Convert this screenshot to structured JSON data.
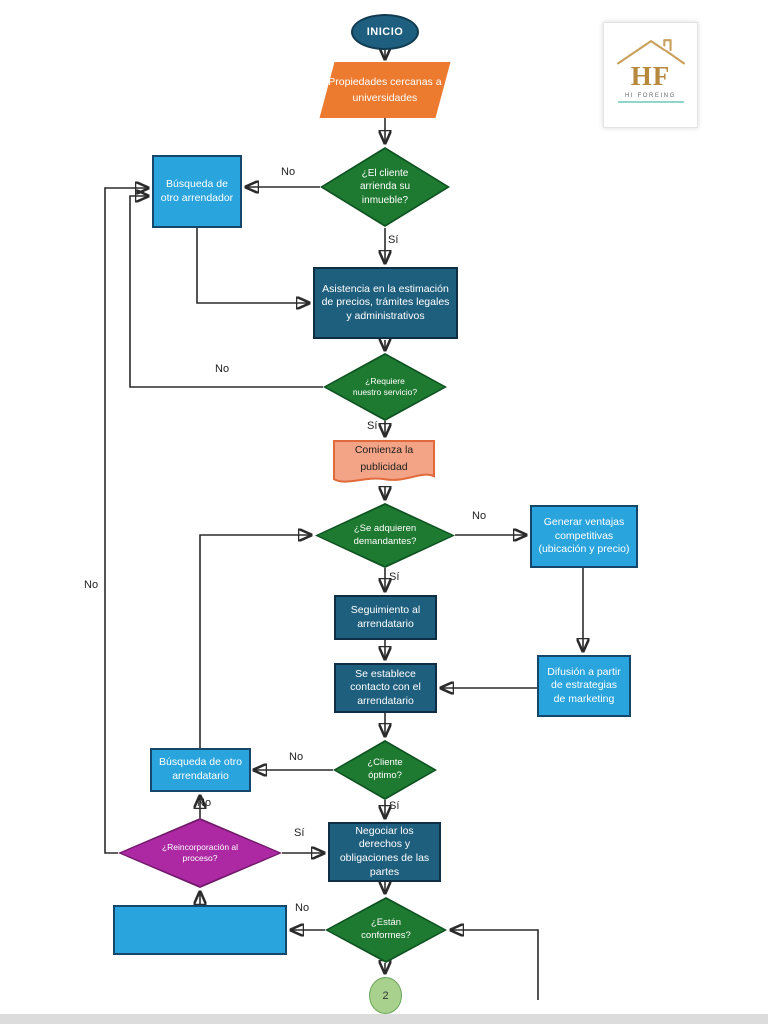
{
  "logo": {
    "initials": "HF",
    "name": "HI FOREING"
  },
  "nodes": {
    "inicio": {
      "type": "start",
      "label": "INICIO"
    },
    "propiedades": {
      "type": "data",
      "label": "Propiedades cercanas a universidades"
    },
    "cliente_arrienda": {
      "type": "decision",
      "label": "¿El cliente arrienda su inmueble?"
    },
    "busqueda_arrendador": {
      "type": "process",
      "label": "Búsqueda de otro arrendador"
    },
    "asistencia": {
      "type": "process",
      "label": "Asistencia en la estimación de precios, trámites legales y administrativos"
    },
    "requiere_servicio": {
      "type": "decision",
      "label": "¿Requiere nuestro servicio?"
    },
    "comienza_publicidad": {
      "type": "document",
      "label": "Comienza la publicidad"
    },
    "adquieren_demandantes": {
      "type": "decision",
      "label": "¿Se adquieren demandantes?"
    },
    "generar_ventajas": {
      "type": "process",
      "label": "Generar ventajas competitivas (ubicación y precio)"
    },
    "seguimiento": {
      "type": "process",
      "label": "Seguimiento al arrendatario"
    },
    "contacto": {
      "type": "process",
      "label": "Se establece contacto con el arrendatario"
    },
    "difusion": {
      "type": "process",
      "label": "Difusión a partir de estrategias de marketing"
    },
    "cliente_optimo": {
      "type": "decision",
      "label": "¿Cliente óptimo?"
    },
    "busqueda_arrendatario": {
      "type": "process",
      "label": "Búsqueda de otro arrendatario"
    },
    "reincorporacion": {
      "type": "decision",
      "label": "¿Reincorporación al proceso?"
    },
    "negociar": {
      "type": "process",
      "label": "Negociar los derechos y obligaciones de las partes"
    },
    "estan_conformes": {
      "type": "decision",
      "label": "¿Están conformes?"
    },
    "conector_2": {
      "type": "connector",
      "label": "2"
    }
  },
  "edge_labels": {
    "arrienda_no": "No",
    "arrienda_si": "Sí",
    "requiere_no": "No",
    "requiere_si": "Sí",
    "demandantes_no": "No",
    "demandantes_si": "Sí",
    "cliente_no": "No",
    "cliente_si": "Sí",
    "reincorporacion_no_arriba": "No",
    "reincorporacion_si": "Sí",
    "reincorporacion_no_izquierda": "No",
    "conformes_no": "No"
  },
  "colors": {
    "oval": "#1E5F80",
    "oval_border": "#123B52",
    "orange": "#EC7B30",
    "green": "#1E7A31",
    "green_border": "#0D5220",
    "lightblue": "#29A4DD",
    "lightblue_border": "#14476B",
    "steel": "#1F5F7E",
    "steel_border": "#102E43",
    "salmon": "#F3A487",
    "salmon_border": "#E06A3B",
    "purple": "#AC29A3",
    "purple_border": "#701968",
    "circle": "#A9D18E",
    "circle_border": "#69A65A",
    "gold": "#B6893E",
    "teal_rule": "#8FD6CC",
    "line": "#2B2B2B"
  }
}
